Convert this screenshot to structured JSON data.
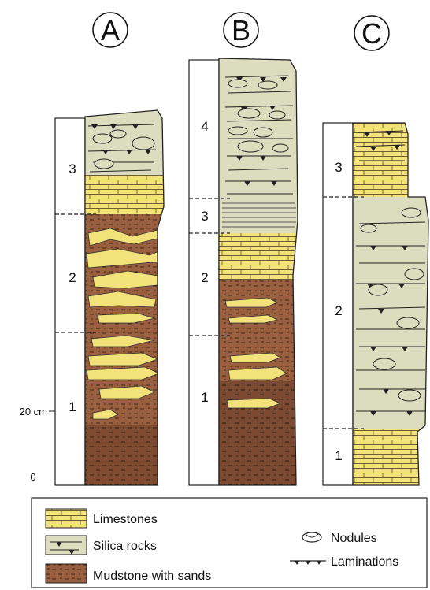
{
  "columns": [
    {
      "letter": "A",
      "units": [
        "3",
        "2",
        "1"
      ]
    },
    {
      "letter": "B",
      "units": [
        "4",
        "3",
        "2",
        "1"
      ]
    },
    {
      "letter": "C",
      "units": [
        "3",
        "2",
        "1"
      ]
    }
  ],
  "scale": {
    "upper": "20 cm",
    "zero": "0"
  },
  "legend": {
    "limestones": "Limestones",
    "silica": "Silica rocks",
    "mudstone": "Mudstone with sands",
    "nodules": "Nodules",
    "laminations": "Laminations"
  },
  "colors": {
    "limestone": "#f3e27a",
    "silica": "#dcdcbe",
    "mudstone": "#9a5f3e",
    "outline": "#222222"
  }
}
